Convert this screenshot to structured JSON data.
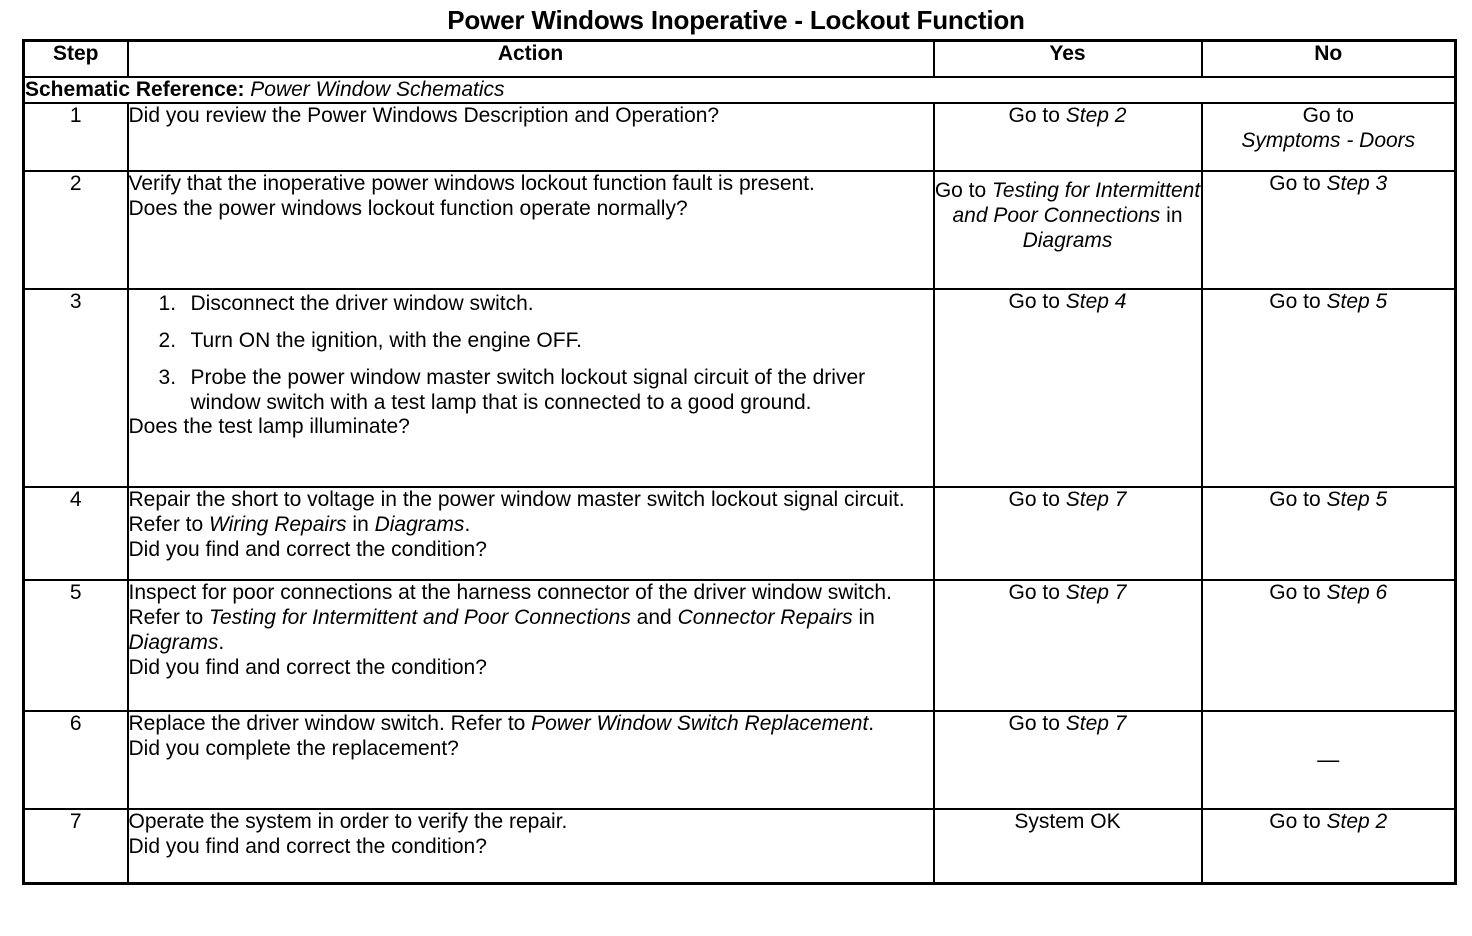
{
  "document": {
    "title": "Power Windows Inoperative - Lockout Function"
  },
  "table": {
    "headers": {
      "step": "Step",
      "action": "Action",
      "yes": "Yes",
      "no": "No"
    },
    "schematic_reference": {
      "label": "Schematic Reference:",
      "value": "Power Window Schematics"
    },
    "rows": [
      {
        "step": "1",
        "action": {
          "lines": [
            {
              "text": "Did you review the Power Windows Description and Operation?"
            }
          ]
        },
        "yes": {
          "pre": "Go to ",
          "italic": "Step 2",
          "post": ""
        },
        "no": {
          "pre": "Go to",
          "italic": "Symptoms - Doors",
          "post": ""
        }
      },
      {
        "step": "2",
        "action": {
          "lines": [
            {
              "text": "Verify that the inoperative power windows lockout function fault is present."
            },
            {
              "text": "Does the power windows lockout function operate normally?"
            }
          ]
        },
        "yes": {
          "pre": "Go to ",
          "italic": "Testing for Intermittent and Poor Connections",
          "post": " in ",
          "italic2": "Diagrams"
        },
        "no": {
          "pre": "Go to ",
          "italic": "Step 3",
          "post": ""
        }
      },
      {
        "step": "3",
        "action": {
          "numbered": [
            "Disconnect the driver window switch.",
            "Turn ON the ignition, with the engine OFF.",
            "Probe the power window master switch lockout signal circuit of the driver window switch with a test lamp that is connected to a good ground."
          ],
          "trailing": "Does the test lamp illuminate?"
        },
        "yes": {
          "pre": "Go to ",
          "italic": "Step 4",
          "post": ""
        },
        "no": {
          "pre": "Go to ",
          "italic": "Step 5",
          "post": ""
        }
      },
      {
        "step": "4",
        "action": {
          "rich": [
            {
              "t": "Repair the short to voltage in the power window master switch lockout signal circuit. Refer to ",
              "i": false
            },
            {
              "t": "Wiring Repairs",
              "i": true
            },
            {
              "t": " in ",
              "i": false
            },
            {
              "t": "Diagrams",
              "i": true
            },
            {
              "t": ".",
              "i": false
            }
          ],
          "trailing": "Did you find and correct the condition?"
        },
        "yes": {
          "pre": "Go to ",
          "italic": "Step 7",
          "post": ""
        },
        "no": {
          "pre": "Go to ",
          "italic": "Step 5",
          "post": ""
        }
      },
      {
        "step": "5",
        "action": {
          "rich": [
            {
              "t": "Inspect for poor connections at the harness connector of the driver window switch. Refer to ",
              "i": false
            },
            {
              "t": "Testing for Intermittent and Poor Connections",
              "i": true
            },
            {
              "t": " and ",
              "i": false
            },
            {
              "t": "Connector Repairs",
              "i": true
            },
            {
              "t": " in ",
              "i": false
            },
            {
              "t": "Diagrams",
              "i": true
            },
            {
              "t": ".",
              "i": false
            }
          ],
          "trailing": "Did you find and correct the condition?"
        },
        "yes": {
          "pre": "Go to ",
          "italic": "Step 7",
          "post": ""
        },
        "no": {
          "pre": "Go to ",
          "italic": "Step 6",
          "post": ""
        }
      },
      {
        "step": "6",
        "action": {
          "rich": [
            {
              "t": "Replace the driver window switch. Refer to ",
              "i": false
            },
            {
              "t": "Power Window Switch Replacement",
              "i": true
            },
            {
              "t": ".",
              "i": false
            }
          ],
          "trailing": "Did you complete the replacement?"
        },
        "yes": {
          "pre": "Go to ",
          "italic": "Step 7",
          "post": ""
        },
        "no": {
          "pre": "—",
          "italic": "",
          "post": ""
        }
      },
      {
        "step": "7",
        "action": {
          "lines": [
            {
              "text": "Operate the system in order to verify the repair."
            },
            {
              "text": "Did you find and correct the condition?"
            }
          ]
        },
        "yes": {
          "pre": "System OK",
          "italic": "",
          "post": ""
        },
        "no": {
          "pre": "Go to ",
          "italic": "Step 2",
          "post": ""
        }
      }
    ]
  }
}
